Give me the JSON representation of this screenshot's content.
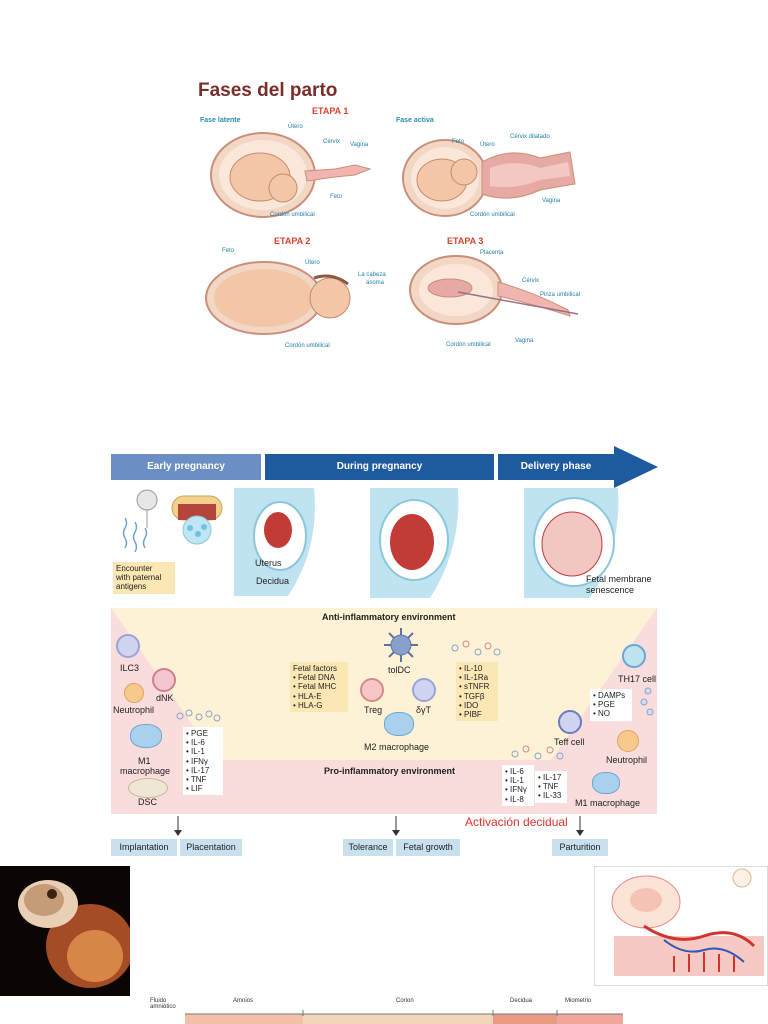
{
  "labor": {
    "title": "Fases del parto",
    "stage1": "ETAPA 1",
    "stage2": "ETAPA 2",
    "stage3": "ETAPA 3",
    "latent": "Fase latente",
    "active": "Fase activa",
    "s1a": {
      "uterus": "Útero",
      "cervix": "Cérvix",
      "vagina": "Vagina",
      "fetus": "Feto",
      "cord": "Cordón umbilical"
    },
    "s1b": {
      "fetus": "Feto",
      "uterus": "Útero",
      "cervix": "Cérvix dilatado",
      "vagina": "Vagina",
      "cord": "Cordón umbilical"
    },
    "s2": {
      "fetus": "Feto",
      "uterus": "Útero",
      "head1": "La cabeza",
      "head2": "asoma",
      "cord": "Cordón umbilical"
    },
    "s3": {
      "placenta": "Placenta",
      "cervix": "Cérvix",
      "clamp": "Pinza umbilical",
      "cord": "Cordón umbilical",
      "vagina": "Vagina"
    }
  },
  "immune": {
    "phases": [
      "Early pregnancy",
      "During pregnancy",
      "Delivery phase"
    ],
    "colors": {
      "bar_light": "#6b8fc4",
      "bar_dark": "#1d5a9e",
      "yellow": "#fbe7b4",
      "pink": "#f9dcdc",
      "cream": "#fdf2d6",
      "blue_btn": "#c9e1ef",
      "red_note": "#e0312a"
    },
    "encounter": [
      "Encounter",
      "with paternal",
      "antigens"
    ],
    "uterus": "Uterus",
    "decidua": "Decidua",
    "senescence": [
      "Fetal membrane",
      "senescence"
    ],
    "anti": "Anti-inflammatory environment",
    "pro": "Pro-inflammatory environment",
    "left_cells": {
      "ilc3": "ILC3",
      "dnk": "dNK",
      "neutrophil": "Neutrophil",
      "m1": [
        "M1",
        "macrophage"
      ],
      "dsc": "DSC"
    },
    "left_cytokines": [
      "PGE",
      "IL-6",
      "IL-1",
      "IFNγ",
      "IL-17",
      "TNF",
      "LIF"
    ],
    "fetal_title": "Fetal factors",
    "fetal_factors": [
      "Fetal DNA",
      "Fetal MHC",
      "HLA-E",
      "HLA-G"
    ],
    "center_cells": {
      "toldc": "tolDC",
      "treg": "Treg",
      "gd": "δγT",
      "m2": "M2 macrophage"
    },
    "center_cytokines": [
      "IL-10",
      "IL-1Ra",
      "sTNFR",
      "TGFβ",
      "IDO",
      "PIBF"
    ],
    "right_cells": {
      "th17": "TH17 cell",
      "teff": "Teff cell",
      "neutrophil": "Neutrophil",
      "m1": "M1 macrophage"
    },
    "right_damps": [
      "DAMPs",
      "PGE",
      "NO"
    ],
    "right_cyt_a": [
      "IL-6",
      "IL-1",
      "IFNγ",
      "IL-8"
    ],
    "right_cyt_b": [
      "IL-17",
      "TNF",
      "IL-33"
    ],
    "activation_note": "Activación decidual",
    "outcomes": [
      "Implantation",
      "Placentation",
      "Tolerance",
      "Fetal growth",
      "Parturition"
    ]
  },
  "membranes": {
    "layers": [
      "Fluido amniótico",
      "Amnios",
      "Corion",
      "Decidua",
      "Miometrio"
    ]
  }
}
